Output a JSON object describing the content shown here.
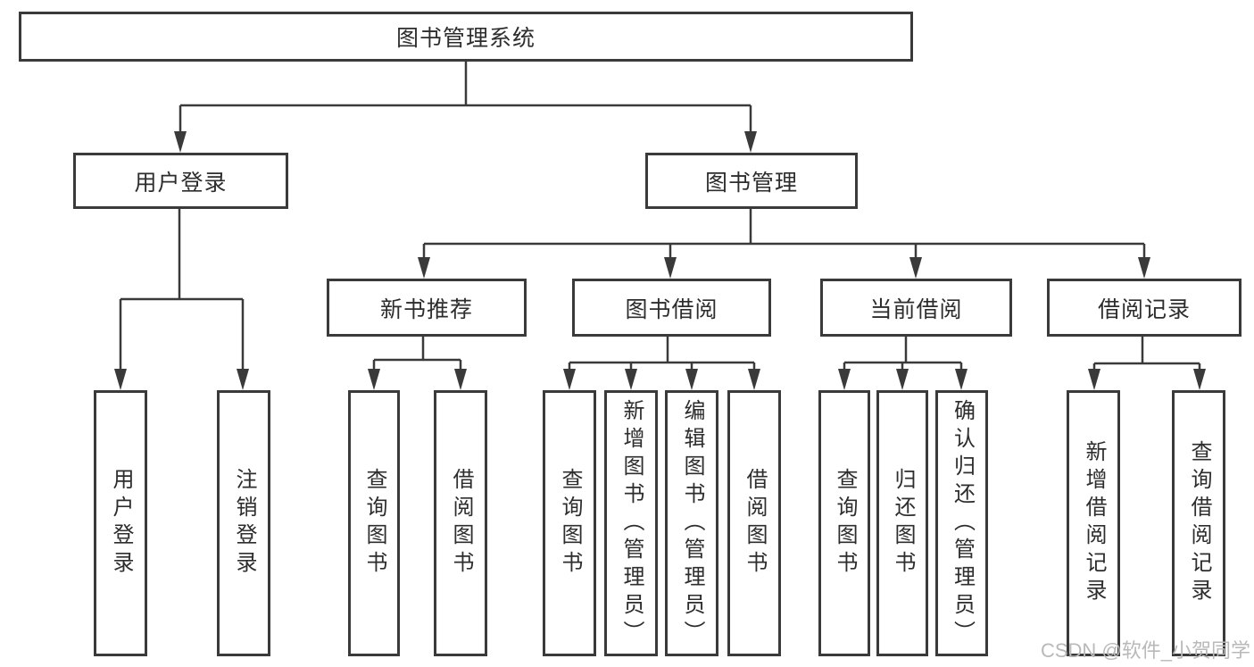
{
  "diagram": {
    "root": "图书管理系统",
    "level2": {
      "user_login": "用户登录",
      "book_mgmt": "图书管理"
    },
    "level3": {
      "new_book_rec": "新书推荐",
      "book_borrow": "图书借阅",
      "current_borrow": "当前借阅",
      "borrow_records": "借阅记录"
    },
    "leaves": {
      "user_login_leaf": "用户登录",
      "logout": "注销登录",
      "rec_query_book": "查询图书",
      "rec_borrow_book": "借阅图书",
      "bb_query_book": "查询图书",
      "bb_add_book": "新增图书（管理员）",
      "bb_edit_book": "编辑图书（管理员）",
      "bb_borrow_book": "借阅图书",
      "cur_query_book": "查询图书",
      "cur_return_book": "归还图书",
      "cur_confirm_return": "确认归还（管理员）",
      "rr_add_record": "新增借阅记录",
      "rr_query_record": "查询借阅记录"
    }
  },
  "watermark": "CSDN @软件_小贺同学",
  "colors": {
    "line": "#3a3a3a",
    "text": "#2d2d2d",
    "watermark": "#b9b9b9",
    "background": "#ffffff"
  }
}
